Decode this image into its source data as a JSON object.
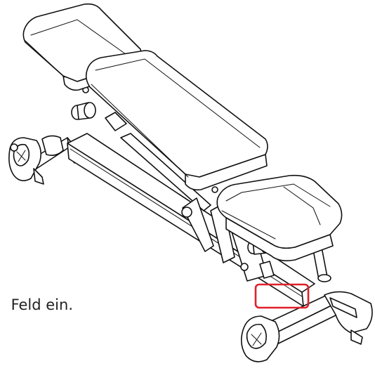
{
  "caption": {
    "text": "Feld ein."
  },
  "colors": {
    "line": "#111111",
    "highlight": "#e0202a",
    "background": "#ffffff"
  },
  "highlight": {
    "shape": "rounded-rectangle",
    "marks": "location-on-frame"
  }
}
